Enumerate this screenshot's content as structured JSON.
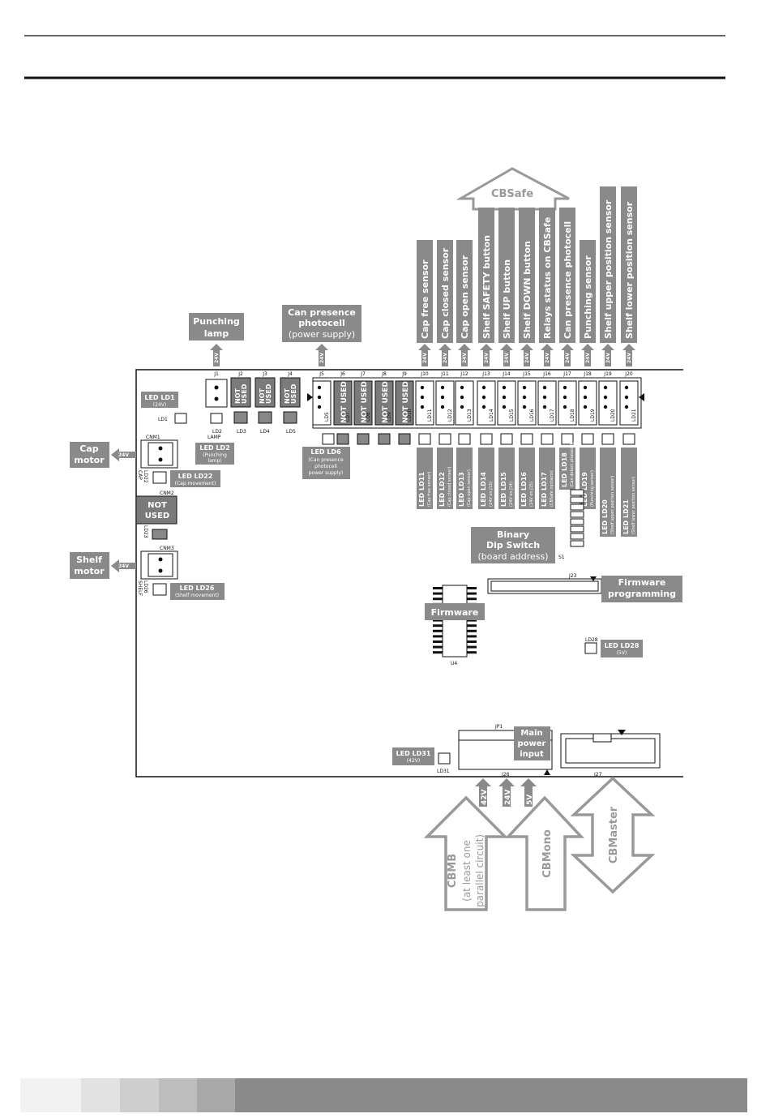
{
  "cbsafe": "CBSafe",
  "connectors_top": [
    "J1",
    "J2",
    "J3",
    "J4",
    "J5",
    "J6",
    "J7",
    "J8",
    "J9",
    "J10",
    "J11",
    "J12",
    "J13",
    "J14",
    "J15",
    "J16",
    "J17",
    "J18",
    "J19",
    "J20"
  ],
  "voltage_24": "24V",
  "voltage_42": "42V",
  "voltage_5": "5V",
  "not_used": "NOT USED",
  "not_line1": "NOT",
  "used_line": "USED",
  "sensors_top": [
    "Cap free sensor",
    "Cap closed sensor",
    "Cap open sensor",
    "Shelf SAFETY button",
    "Shelf UP button",
    "Shelf DOWN button",
    "Relays status on CBSafe",
    "Can presence photocell",
    "Punching sensor",
    "Shelf upper position sensor",
    "Shelf lower position sensor"
  ],
  "punching_lamp": [
    "Punching",
    "lamp"
  ],
  "can_presence": {
    "line1": "Can presence",
    "line2": "photocell",
    "line3": "(power supply)"
  },
  "led_ld1": {
    "title": "LED LD1",
    "sub": "(24V)"
  },
  "ld1": "LD1",
  "led_ld2": {
    "title": "LED LD2",
    "sub1": "(Punching",
    "sub2": "lamp)"
  },
  "ld2_lamp": [
    "LD2",
    "LAMP"
  ],
  "ld3": "LD3",
  "ld4": "LD4",
  "ld5": "LD5",
  "ld_vertical": [
    "LD5",
    "LD7",
    "LD8",
    "LD9",
    "LD10",
    "LD11",
    "LD12",
    "LD13",
    "LD14",
    "LD15",
    "LD16",
    "LD17",
    "LD18",
    "LD19",
    "LD20",
    "LD21"
  ],
  "led_ld6": {
    "title": "LED LD6",
    "sub1": "(Can presence",
    "sub2": "photocell",
    "sub3": "power supply)"
  },
  "led_bottom_vertical": [
    {
      "title": "LED LD11",
      "sub": "(Cap free sensor)"
    },
    {
      "title": "LED LD12",
      "sub": "(Cap closed sensor)"
    },
    {
      "title": "LED LD13",
      "sub": "(Cap open sensor)"
    },
    {
      "title": "LED LD14",
      "sub": "(24V on J13)"
    },
    {
      "title": "LED LD15",
      "sub": "(24V on J14)"
    },
    {
      "title": "LED LD16",
      "sub": "(24V on J15)"
    },
    {
      "title": "LED LD17",
      "sub": "(CBSafe contacts)"
    },
    {
      "title": "LED LD18",
      "sub": "(Can detect photocell)"
    },
    {
      "title": "LED LD19",
      "sub": "(Punching sensor)"
    },
    {
      "title": "LED LD20",
      "sub": "(Shelf upper position sensor)"
    },
    {
      "title": "LED LD21",
      "sub": "(Shelf lower position sensor)"
    }
  ],
  "cap_motor": [
    "Cap",
    "motor"
  ],
  "shelf_motor": [
    "Shelf",
    "motor"
  ],
  "cnm1": "CNM1",
  "cnm2": "CNM2",
  "cnm3": "CNM3",
  "ld22_cap": [
    "LD22",
    "CAP"
  ],
  "led_ld22": {
    "title": "LED LD22",
    "sub": "(Cap movement)"
  },
  "ld23": "LD23",
  "ld26_shelf": [
    "LD26",
    "SHELF"
  ],
  "led_ld26": {
    "title": "LED LD26",
    "sub": "(Shelf movement)"
  },
  "binary_dip": {
    "line1": "Binary",
    "line2": "Dip Switch",
    "line3": "(board address)"
  },
  "s1": "S1",
  "j23": "J23",
  "firmware_programming": [
    "Firmware",
    "programming"
  ],
  "firmware": "Firmware",
  "u4": "U4",
  "ld28": "LD28",
  "led_ld28": {
    "title": "LED LD28",
    "sub": "(5V)"
  },
  "jp1": "JP1",
  "main_power": [
    "Main",
    "power",
    "input"
  ],
  "led_ld31": {
    "title": "LED LD31",
    "sub": "(42V)"
  },
  "ld31": "LD31",
  "j26": "J26",
  "j27": "J27",
  "cbmb": {
    "title": "CBMB",
    "sub1": "(at least one",
    "sub2": "parallel circuit)"
  },
  "cbmono": "CBMono",
  "cbmaster": "CBMaster",
  "footer_colors": [
    "#f2f2f2",
    "#e2e2e2",
    "#cecece",
    "#bdbdbd",
    "#a8a8a8",
    "#8a8a8a"
  ]
}
